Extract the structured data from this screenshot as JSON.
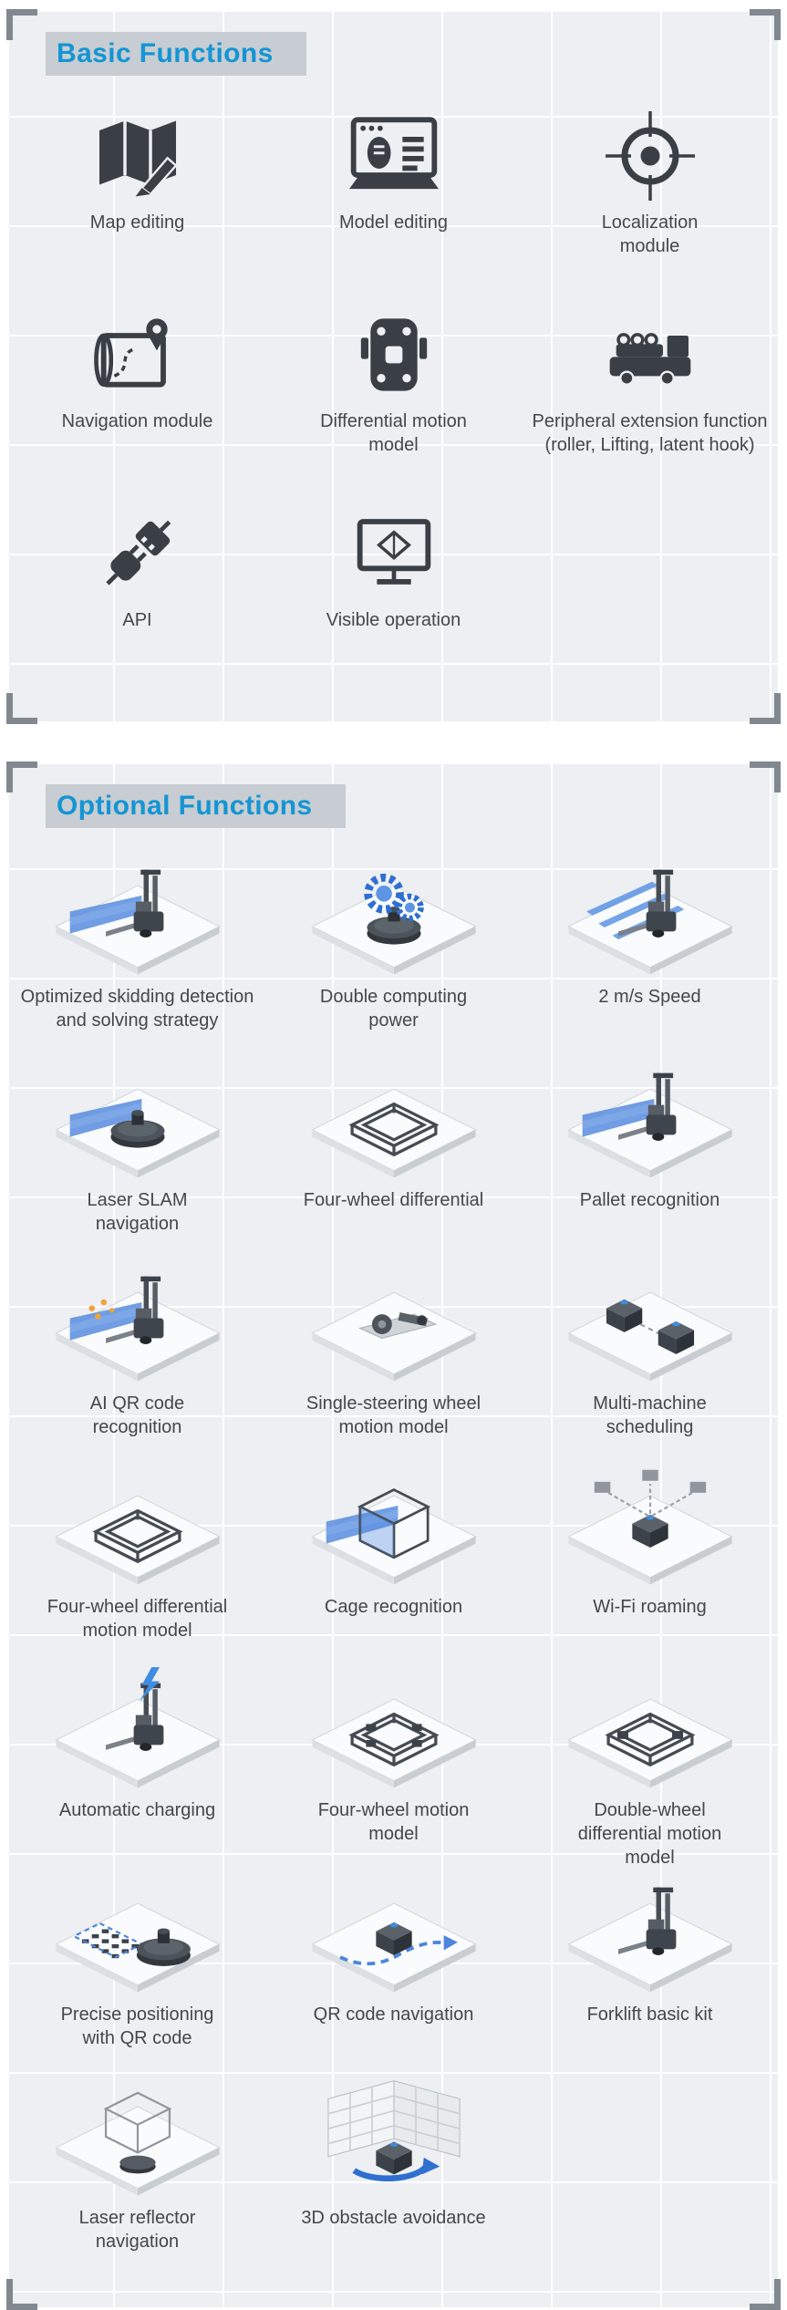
{
  "colors": {
    "accent_blue": "#1495d4",
    "panel_background": "#edeff2",
    "badge_background": "#c7cdd2",
    "icon_dark": "#3a3f45",
    "laser_blue": "#4d86dc",
    "bracket_gray": "#81888f"
  },
  "panels": [
    {
      "title": "Basic Functions",
      "items": [
        {
          "label": "Map editing",
          "icon": "map-editing-icon"
        },
        {
          "label": "Model editing",
          "icon": "model-editing-icon"
        },
        {
          "label": "Localization module",
          "icon": "localization-module-icon"
        },
        {
          "label": "Navigation module",
          "icon": "navigation-module-icon"
        },
        {
          "label": "Differential motion model",
          "icon": "differential-motion-model-icon"
        },
        {
          "label": "Peripheral extension function (roller, Lifting, latent hook)",
          "icon": "peripheral-extension-icon"
        },
        {
          "label": "API",
          "icon": "api-icon"
        },
        {
          "label": "Visible operation",
          "icon": "visible-operation-icon"
        }
      ]
    },
    {
      "title": "Optional Functions",
      "items": [
        {
          "label": "Optimized skidding detection and solving strategy",
          "icon": "skidding-detection-icon"
        },
        {
          "label": "Double computing power",
          "icon": "double-computing-power-icon"
        },
        {
          "label": "2 m/s Speed",
          "icon": "speed-2ms-icon"
        },
        {
          "label": "Laser SLAM navigation",
          "icon": "laser-slam-navigation-icon"
        },
        {
          "label": "Four-wheel differential",
          "icon": "four-wheel-differential-icon"
        },
        {
          "label": "Pallet recognition",
          "icon": "pallet-recognition-icon"
        },
        {
          "label": "AI QR code recognition",
          "icon": "ai-qr-code-recognition-icon"
        },
        {
          "label": "Single-steering wheel motion model",
          "icon": "single-steering-wheel-icon"
        },
        {
          "label": "Multi-machine scheduling",
          "icon": "multi-machine-scheduling-icon"
        },
        {
          "label": "Four-wheel differential motion model",
          "icon": "four-wheel-differential-motion-model-icon"
        },
        {
          "label": "Cage recognition",
          "icon": "cage-recognition-icon"
        },
        {
          "label": "Wi-Fi roaming",
          "icon": "wifi-roaming-icon"
        },
        {
          "label": "Automatic charging",
          "icon": "automatic-charging-icon"
        },
        {
          "label": "Four-wheel motion model",
          "icon": "four-wheel-motion-model-icon"
        },
        {
          "label": "Double-wheel differential motion model",
          "icon": "double-wheel-differential-motion-model-icon"
        },
        {
          "label": "Precise positioning with QR code",
          "icon": "precise-positioning-qr-icon"
        },
        {
          "label": "QR code navigation",
          "icon": "qr-code-navigation-icon"
        },
        {
          "label": "Forklift basic kit",
          "icon": "forklift-basic-kit-icon"
        },
        {
          "label": "Laser reflector navigation",
          "icon": "laser-reflector-navigation-icon"
        },
        {
          "label": "3D obstacle avoidance",
          "icon": "obstacle-avoidance-3d-icon"
        }
      ]
    }
  ]
}
